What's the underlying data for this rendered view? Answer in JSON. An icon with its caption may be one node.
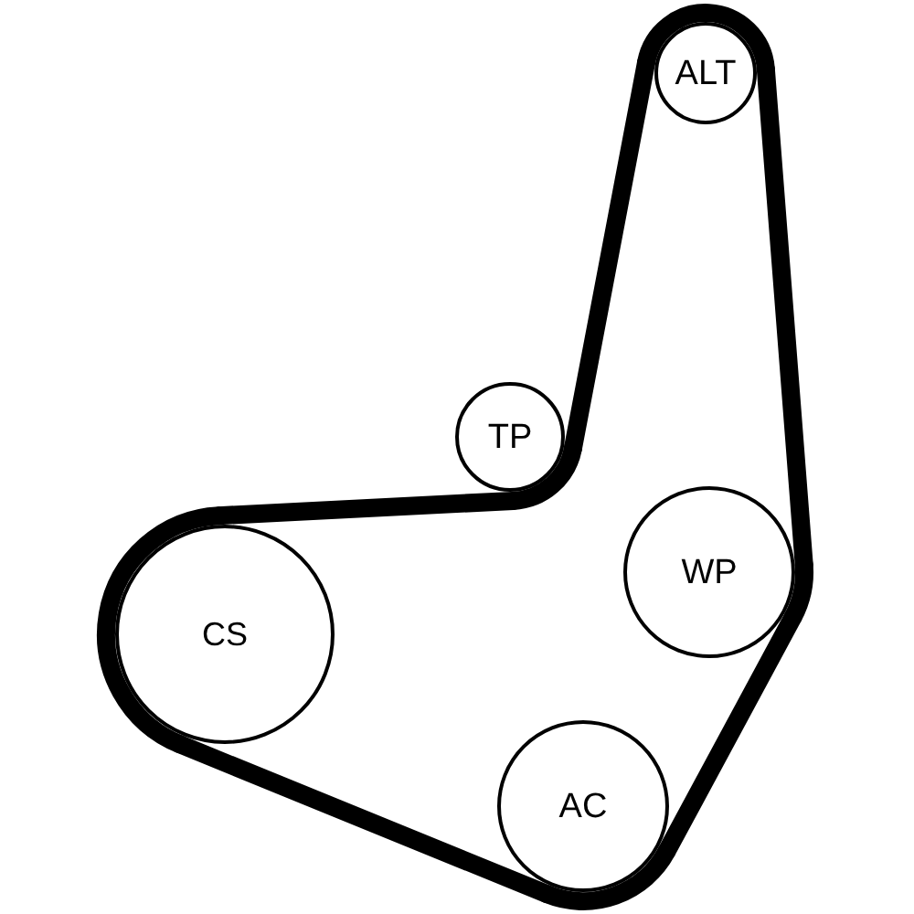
{
  "diagram": {
    "nodes": [
      {
        "text": [
          "ALT"
        ]
      },
      {
        "text": [
          "TP"
        ]
      },
      {
        "text": [
          "CS"
        ]
      },
      {
        "text": [
          "WP"
        ]
      },
      {
        "text": [
          "AC"
        ]
      }
    ],
    "edges": [
      {
        "from": 0,
        "to": 1,
        "arrow": "none"
      },
      {
        "from": 1,
        "to": 2,
        "arrow": "none"
      },
      {
        "from": 2,
        "to": 4,
        "arrow": "none"
      },
      {
        "from": 4,
        "to": 3,
        "arrow": "none"
      },
      {
        "from": 3,
        "to": 0,
        "arrow": "none"
      }
    ]
  }
}
